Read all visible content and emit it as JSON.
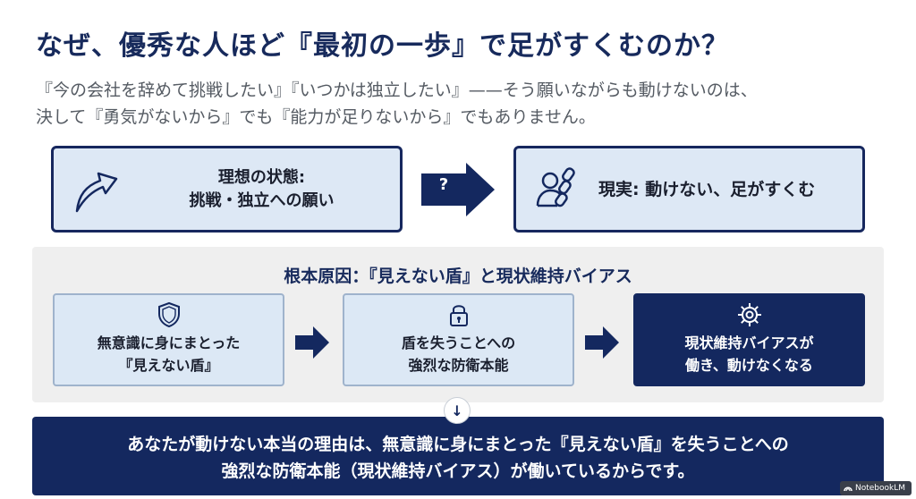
{
  "title": "なぜ、優秀な人ほど『最初の一歩』で足がすくむのか？",
  "intro": {
    "line1": "『今の会社を辞めて挑戦したい』『いつかは独立したい』——そう願いながらも動けないのは、",
    "line2": "決して『勇気がないから』でも『能力が足りないから』でもありません。"
  },
  "ideal": {
    "line1": "理想の状態:",
    "line2": "挑戦・独立への願い",
    "icon": "curved-up-arrow-icon"
  },
  "transition": {
    "label": "?"
  },
  "reality": {
    "text": "現実: 動けない、足がすくむ",
    "icon": "person-chain-icon"
  },
  "root_cause": {
    "title": "根本原因：『見えない盾』と現状維持バイアス",
    "steps": [
      {
        "line1": "無意識に身にまとった",
        "line2": "『見えない盾』",
        "icon": "shield-icon"
      },
      {
        "line1": "盾を失うことへの",
        "line2": "強烈な防衛本能",
        "icon": "lock-icon"
      },
      {
        "line1": "現状維持バイアスが",
        "line2": "働き、動けなくなる",
        "icon": "gear-icon"
      }
    ]
  },
  "conclusion": {
    "line1": "あなたが動けない本当の理由は、無意識に身にまとった『見えない盾』を失うことへの",
    "line2": "強烈な防衛本能（現状維持バイアス）が働いているからです。"
  },
  "badge": {
    "label": "NotebookLM"
  },
  "colors": {
    "navy": "#14285f",
    "light_blue": "#dde8f5",
    "panel_gray": "#efefef"
  }
}
